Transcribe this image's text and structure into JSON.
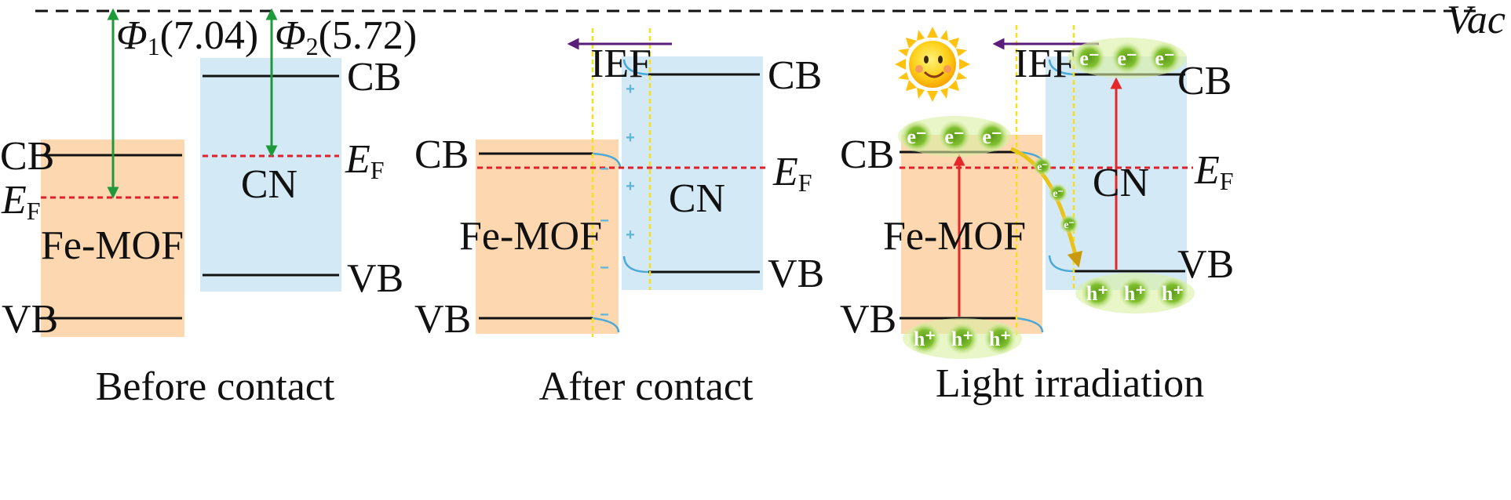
{
  "vacuum_label": "Vac",
  "panels": {
    "before": {
      "caption": "Before contact",
      "femof_label": "Fe-MOF",
      "cn_label": "CN",
      "cb_femof": "CB",
      "vb_femof": "VB",
      "ef_femof_main": "E",
      "ef_femof_sub": "F",
      "cb_cn": "CB",
      "vb_cn": "VB",
      "ef_cn_main": "E",
      "ef_cn_sub": "F",
      "phi1_symbol": "Φ",
      "phi1_sub": "1",
      "phi1_value": "(7.04)",
      "phi2_symbol": "Φ",
      "phi2_sub": "2",
      "phi2_value": "(5.72)"
    },
    "after": {
      "caption": "After contact",
      "femof_label": "Fe-MOF",
      "cn_label": "CN",
      "cb_femof": "CB",
      "vb_femof": "VB",
      "cb_cn": "CB",
      "vb_cn": "VB",
      "ef_main": "E",
      "ef_sub": "F",
      "ief_label": "IEF",
      "plus": "+",
      "minus": "−"
    },
    "light": {
      "caption": "Light irradiation",
      "femof_label": "Fe-MOF",
      "cn_label": "CN",
      "cb_femof": "CB",
      "vb_femof": "VB",
      "cb_cn": "CB",
      "vb_cn": "VB",
      "ef_main": "E",
      "ef_sub": "F",
      "ief_label": "IEF",
      "electron": "e⁻",
      "hole": "h⁺"
    }
  },
  "colors": {
    "femof_fill": "#fcd3a6",
    "cn_fill": "#cfe7f5",
    "fermi_line": "#e0202a",
    "phi_arrow": "#1f9a3a",
    "excitation_arrow": "#e5262b",
    "ief_arrow": "#5a1d7a",
    "interface_line": "#f4e01c",
    "band_bending": "#4aa9d6",
    "carrier_glow": "#a7d84a",
    "transfer_arrow": "#e9c21a"
  }
}
